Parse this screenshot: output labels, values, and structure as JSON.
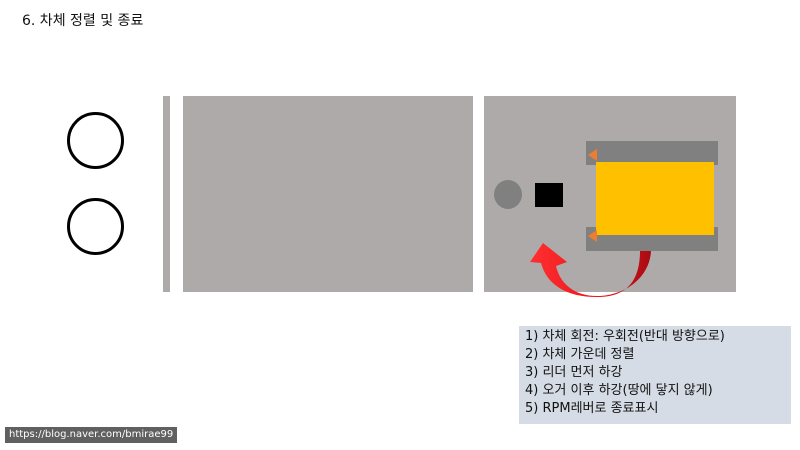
{
  "title": "6. 차체 정렬 및 종료",
  "legend": [
    "1)  차체 회전: 우회전(반대 방향으로)",
    "2)  차체 가운데 정렬",
    "3)  리더 먼저 하강",
    "4)  오거 이후 하강(땅에 닿지 않게)",
    "5)  RPM레버로 종료표시"
  ],
  "footer": "https://blog.naver.com/bmirae99",
  "colors": {
    "panel": "#aeaaa9",
    "slot": "#808080",
    "accent_yellow": "#ffc000",
    "arrow_red": "#e8141c",
    "marker_orange": "#ed7d31",
    "legend_bg": "#d6dce5"
  }
}
